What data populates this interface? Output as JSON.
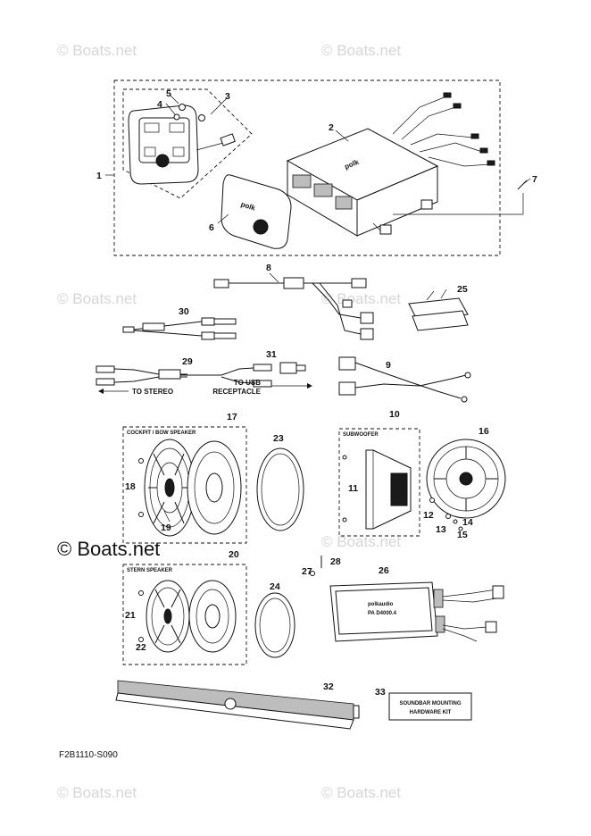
{
  "watermarks": {
    "site": "Boats.net",
    "copyright_symbol": "©"
  },
  "callouts": {
    "c1": "1",
    "c2": "2",
    "c3": "3",
    "c4": "4",
    "c5": "5",
    "c6": "6",
    "c7": "7",
    "c8": "8",
    "c9": "9",
    "c10": "10",
    "c11": "11",
    "c12": "12",
    "c13": "13",
    "c14": "14",
    "c15": "15",
    "c16": "16",
    "c17": "17",
    "c18": "18",
    "c19": "19",
    "c20": "20",
    "c21": "21",
    "c22": "22",
    "c23": "23",
    "c24": "24",
    "c25": "25",
    "c26": "26",
    "c27": "27",
    "c28": "28",
    "c29": "29",
    "c30": "30",
    "c31": "31",
    "c32": "32",
    "c33": "33"
  },
  "labels": {
    "cockpit_bow_speaker": "COCKPIT / BOW SPEAKER",
    "subwoofer": "SUBWOOFER",
    "stern_speaker": "STERN SPEAKER",
    "to_stereo": "TO STEREO",
    "to_usb_line1": "TO USB",
    "to_usb_line2": "RECEPTACLE",
    "soundbar_kit_line1": "SOUNDBAR MOUNTING",
    "soundbar_kit_line2": "HARDWARE KIT",
    "brand_polk": "polk",
    "amp_brand": "polkaudio",
    "amp_model": "PA D4000.4",
    "drawing_code": "F2B1110-S090"
  }
}
